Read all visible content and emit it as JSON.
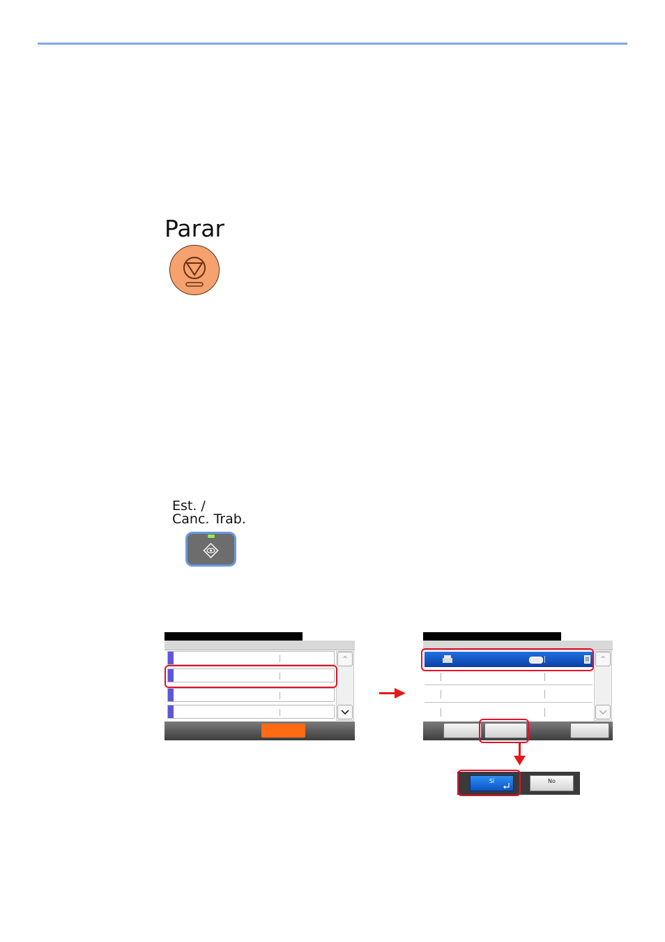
{
  "stop_key": {
    "label": "Parar",
    "icon": "stop-icon",
    "color": "#f5a26e"
  },
  "status_key": {
    "label_line1": "Est. /",
    "label_line2": "Canc. Trab.",
    "icon": "status-job-cancel-icon",
    "led_color": "#9be06d"
  },
  "dialog": {
    "yes_label": "Sí",
    "no_label": "No"
  },
  "colors": {
    "accent_rule": "#7ea7e6",
    "highlight": "#e8102a",
    "arrow": "#e41818",
    "selection": "#1f6fe0",
    "action_orange": "#ff6a13"
  }
}
